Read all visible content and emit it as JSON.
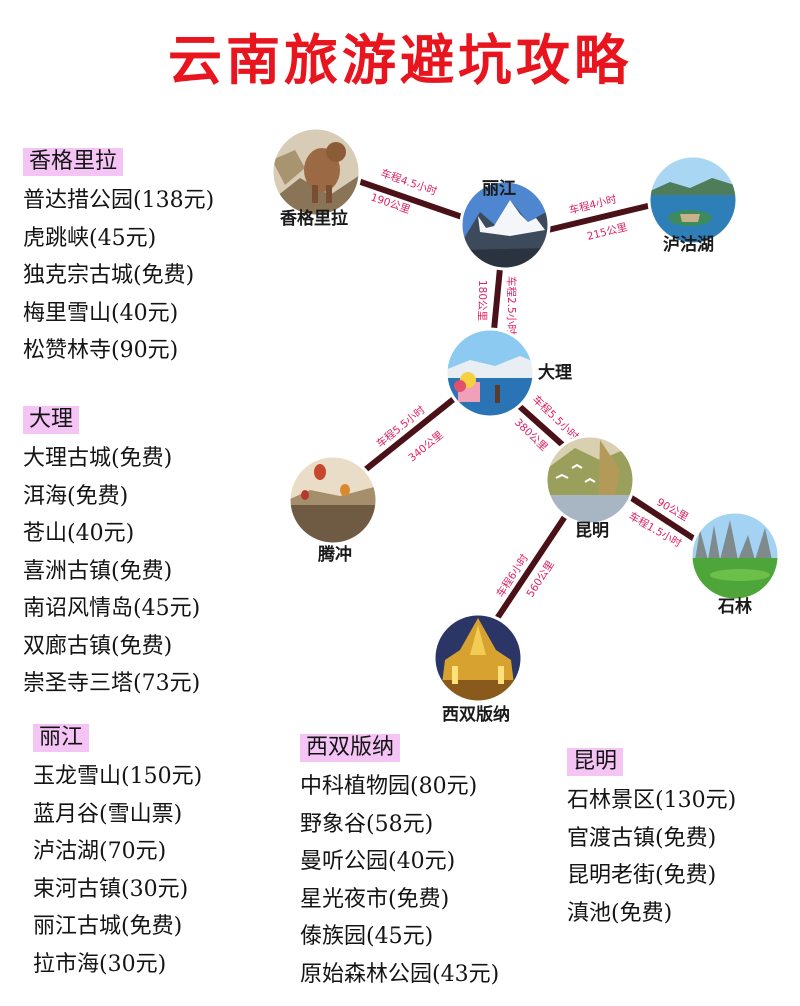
{
  "title": "云南旅游避坑攻略",
  "sections": [
    {
      "id": "shangri",
      "label": "香格里拉",
      "items": [
        "普达措公园(138元)",
        "虎跳峡(45元)",
        "独克宗古城(免费)",
        "梅里雪山(40元)",
        "松赞林寺(90元)"
      ]
    },
    {
      "id": "dali",
      "label": "大理",
      "items": [
        "大理古城(免费)",
        "洱海(免费)",
        "苍山(40元)",
        "喜洲古镇(免费)",
        "南诏风情岛(45元)",
        "双廊古镇(免费)",
        "崇圣寺三塔(73元)"
      ]
    },
    {
      "id": "lijiang",
      "label": "丽江",
      "items": [
        "玉龙雪山(150元)",
        "蓝月谷(雪山票)",
        "泸沽湖(70元)",
        "束河古镇(30元)",
        "丽江古城(免费)",
        "拉市海(30元)"
      ]
    },
    {
      "id": "xsbn",
      "label": "西双版纳",
      "items": [
        "中科植物园(80元)",
        "野象谷(58元)",
        "曼听公园(40元)",
        "星光夜市(免费)",
        "傣族园(45元)",
        "原始森林公园(43元)"
      ]
    },
    {
      "id": "kunming",
      "label": "昆明",
      "items": [
        "石林景区(130元)",
        "官渡古镇(免费)",
        "昆明老街(免费)",
        "滇池(免费)"
      ]
    }
  ],
  "map": {
    "cities": {
      "shangri": "香格里拉",
      "lijiang": "丽江",
      "lugu": "泸沽湖",
      "dali": "大理",
      "tengchong": "腾冲",
      "kunming": "昆明",
      "shilin": "石林",
      "xsbn": "西双版纳"
    },
    "routes": {
      "sg_lj": {
        "time": "车程4.5小时",
        "dist": "190公里"
      },
      "lj_lg": {
        "time": "车程4小时",
        "dist": "215公里"
      },
      "lj_dl": {
        "time": "车程2.5小时",
        "dist": "180公里"
      },
      "dl_tc": {
        "time": "车程5.5小时",
        "dist": "340公里"
      },
      "dl_km": {
        "time": "车程5.5小时",
        "dist": "380公里"
      },
      "km_sl": {
        "time": "车程1.5小时",
        "dist": "90公里"
      },
      "km_xs": {
        "time": "车程6小时",
        "dist": "560公里"
      }
    }
  }
}
